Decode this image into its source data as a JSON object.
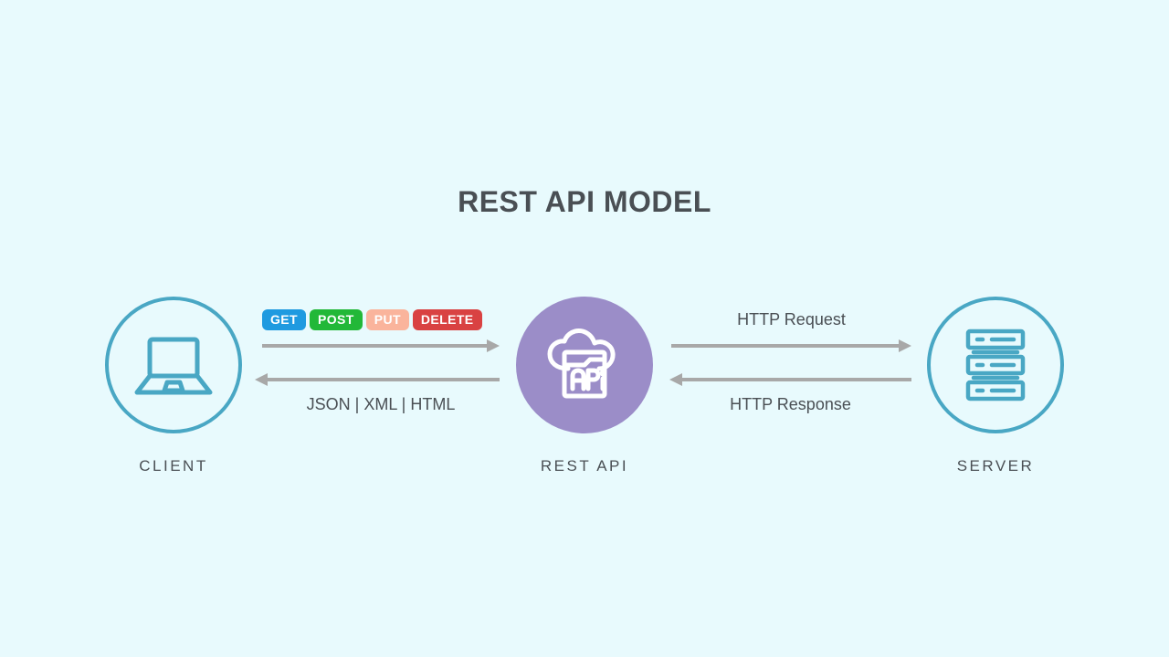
{
  "title": "REST API MODEL",
  "background_color": "#e8fafd",
  "nodes": [
    {
      "id": "client",
      "label": "CLIENT",
      "icon": "laptop-icon",
      "style": "outline",
      "color": "#49a7c4"
    },
    {
      "id": "rest-api",
      "label": "REST API",
      "icon": "cloud-api-icon",
      "style": "filled",
      "color": "#9b8dc8"
    },
    {
      "id": "server",
      "label": "SERVER",
      "icon": "server-rack-icon",
      "style": "outline",
      "color": "#49a7c4"
    }
  ],
  "http_methods": [
    {
      "label": "GET",
      "bg": "#1f9ae0",
      "fg": "#ffffff"
    },
    {
      "label": "POST",
      "bg": "#22b838",
      "fg": "#ffffff"
    },
    {
      "label": "PUT",
      "bg": "#fab49c",
      "fg": "#ffffff"
    },
    {
      "label": "DELETE",
      "bg": "#d94242",
      "fg": "#ffffff"
    }
  ],
  "edges": {
    "client_to_api_caption": "JSON | XML | HTML",
    "api_to_server_request": "HTTP Request",
    "api_to_server_response": "HTTP Response",
    "arrow_color": "#a8a8a8"
  },
  "icon_glyphs": {
    "api_box_text": "APi"
  }
}
